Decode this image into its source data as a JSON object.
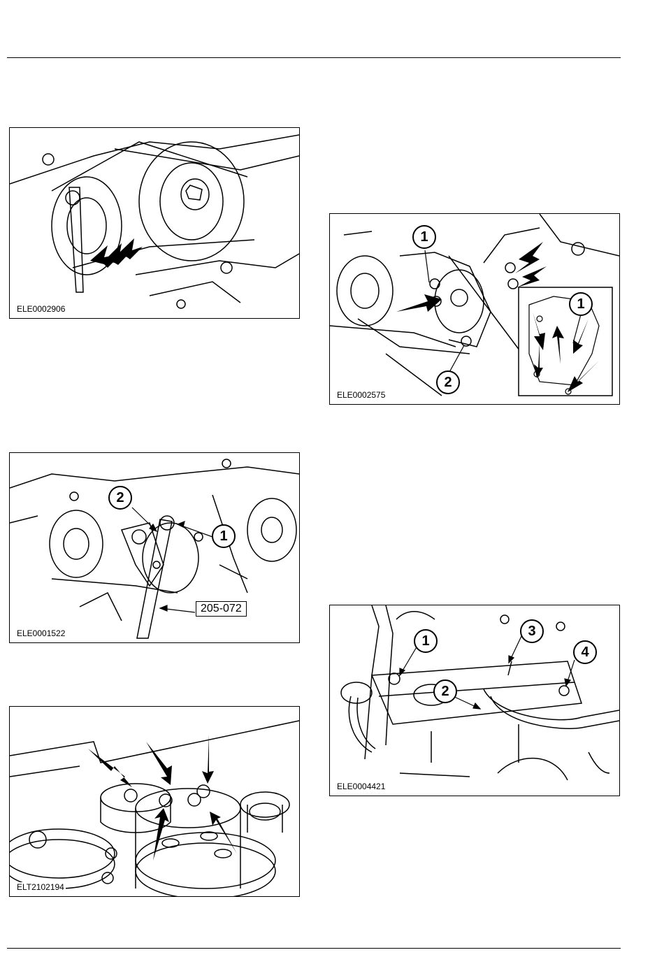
{
  "figures": {
    "fig1": {
      "label": "ELE0002906"
    },
    "fig2": {
      "label": "ELE0002575",
      "callouts": [
        "1",
        "2",
        "1"
      ]
    },
    "fig3": {
      "label": "ELE0001522",
      "callouts": [
        "2",
        "1"
      ],
      "tool": "205-072"
    },
    "fig4": {
      "label": "ELE0004421",
      "callouts": [
        "1",
        "3",
        "4",
        "2"
      ]
    },
    "fig5": {
      "label": "ELT2102194"
    }
  }
}
